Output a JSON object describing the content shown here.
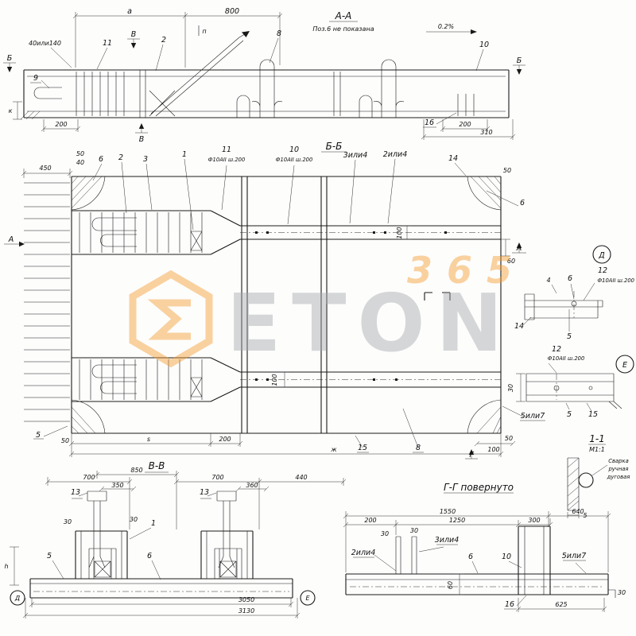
{
  "watermark": {
    "name": "ETON",
    "badge": "365"
  },
  "aa": {
    "title": "А-А",
    "note": "Поз.6 не показана",
    "slope": "0.2%",
    "dim_a": "а",
    "dim_800": "800",
    "dim_40_140": "40или140",
    "dim_200_left": "200",
    "dim_200_right": "200",
    "dim_310": "310",
    "dim_k": "к",
    "dim_p": "п",
    "pos_11": "11",
    "pos_2": "2",
    "pos_8": "8",
    "pos_9": "9",
    "pos_10": "10",
    "pos_16": "16",
    "marker_b": "Б",
    "marker_v": "В"
  },
  "bb": {
    "title": "Б-Б",
    "pos_6": "6",
    "pos_2": "2",
    "pos_3": "3",
    "pos_1": "1",
    "pos_11": "11",
    "spec_11": "Ф10АII ш.200",
    "pos_10": "10",
    "spec_10": "Ф10АII ш.200",
    "pos_3or4": "3или4",
    "pos_2or4": "2или4",
    "pos_14": "14",
    "pos_6_right": "6",
    "pos_5": "5",
    "pos_15": "15",
    "pos_8": "8",
    "pos_5or7": "5или7",
    "dim_450": "450",
    "dim_50_top": "50",
    "dim_40": "40",
    "dim_50_tr": "50",
    "dim_100_mid": "100",
    "dim_60": "60",
    "dim_100_low": "100",
    "dim_50_bl": "50",
    "dim_s": "s",
    "dim_200": "200",
    "dim_zh": "ж",
    "dim_100_br": "100",
    "dim_50_br": "50",
    "marker_a": "А",
    "marker_g": "Г"
  },
  "detail_d": {
    "marker": "Д",
    "pos_4": "4",
    "pos_6": "6",
    "pos_12": "12",
    "spec": "Ф10АII ш.200",
    "pos_14": "14",
    "pos_5": "5"
  },
  "detail_e": {
    "marker": "Е",
    "pos_12": "12",
    "spec": "Ф10АII ш.200",
    "dim_30": "30",
    "pos_5": "5",
    "pos_15": "15"
  },
  "detail_11": {
    "title": "1-1",
    "scale": "М1:1",
    "weld_line1": "Сварка",
    "weld_line2": "ручная",
    "weld_line3": "дуговая",
    "dim_5": "5"
  },
  "vv": {
    "title": "В-В",
    "dim_700_left": "700",
    "dim_850": "850",
    "dim_350": "350",
    "dim_700_right": "700",
    "dim_360": "360",
    "dim_440": "440",
    "pos_13_left": "13",
    "pos_13_right": "13",
    "pos_1": "1",
    "dim_30_a": "30",
    "dim_30_b": "30",
    "pos_5": "5",
    "pos_6": "6",
    "dim_h": "h",
    "marker_d": "Д",
    "marker_e": "Е",
    "dim_3050": "3050",
    "dim_3130": "3130"
  },
  "gg": {
    "title": "Г-Г повернуто",
    "dim_1550": "1550",
    "dim_640": "640",
    "dim_200": "200",
    "dim_1250": "1250",
    "dim_300": "300",
    "dim_30_a": "30",
    "dim_30_b": "30",
    "dim_30_c": "30",
    "dim_60": "60",
    "dim_625": "625",
    "pos_2or4": "2или4",
    "pos_3or4": "3или4",
    "pos_6": "6",
    "pos_10": "10",
    "pos_5or7": "5или7",
    "pos_16": "16"
  }
}
